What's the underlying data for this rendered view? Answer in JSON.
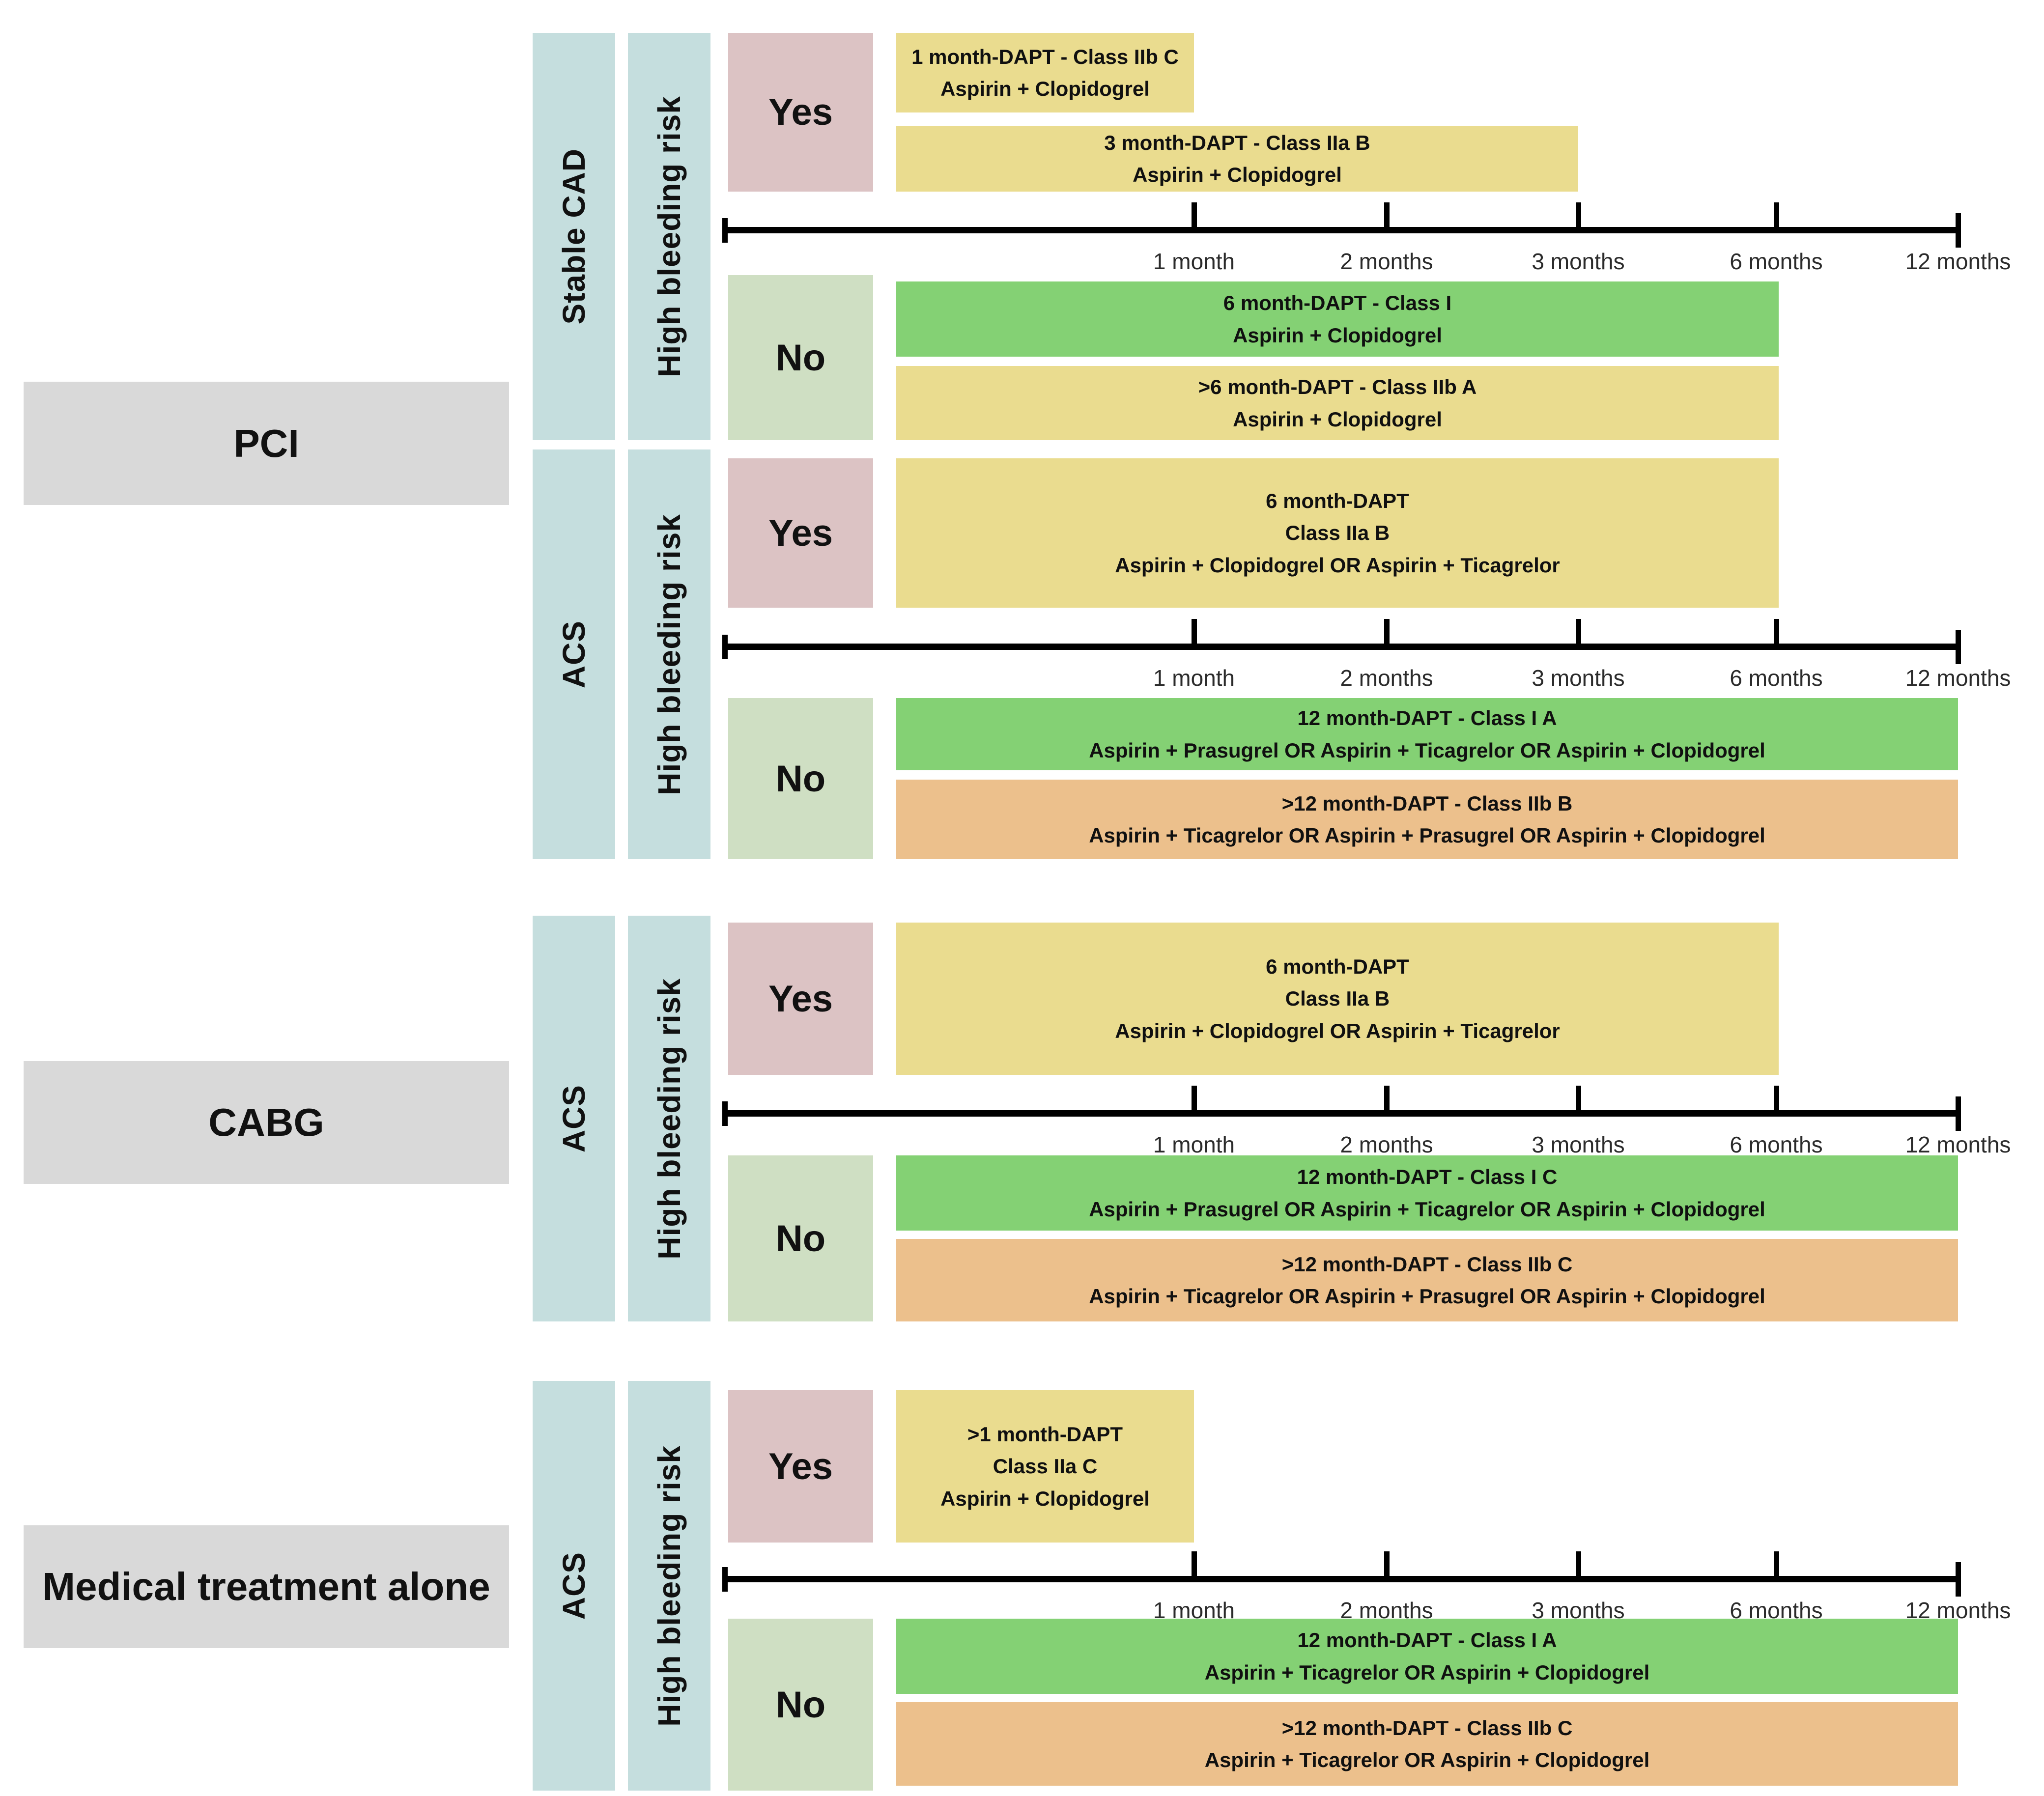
{
  "palette": {
    "bar_yellow": "#eadc8f",
    "bar_green": "#84d174",
    "bar_orange": "#ecc08c",
    "yes_pink": "#dcc3c4",
    "no_green": "#cfdfc3",
    "column_blue": "#c5dede",
    "section_gray": "#d9d9d9"
  },
  "axis": {
    "tick_labels": [
      "1 month",
      "2 months",
      "3 months",
      "6 months",
      "12 months"
    ]
  },
  "sections": [
    {
      "label": "PCI",
      "groups": [
        {
          "patient_type": "Stable CAD",
          "branch_question": "High bleeding risk",
          "yes": {
            "label": "Yes",
            "bars": [
              {
                "duration": "1 month",
                "color": "yellow",
                "line1": "1 month-DAPT - Class IIb C",
                "line2": "Aspirin + Clopidogrel"
              },
              {
                "duration": "3 months",
                "color": "yellow",
                "line1": "3 month-DAPT - Class IIa B",
                "line2": "Aspirin + Clopidogrel"
              }
            ]
          },
          "no": {
            "label": "No",
            "bars": [
              {
                "duration": "6 months",
                "color": "green",
                "line1": "6 month-DAPT - Class I",
                "line2": "Aspirin + Clopidogrel"
              },
              {
                "duration": "6 months",
                "color": "yellow",
                "line1": ">6 month-DAPT - Class IIb A",
                "line2": "Aspirin + Clopidogrel"
              }
            ]
          }
        },
        {
          "patient_type": "ACS",
          "branch_question": "High bleeding risk",
          "yes": {
            "label": "Yes",
            "bars": [
              {
                "duration": "6 months",
                "color": "yellow",
                "line1": "6 month-DAPT",
                "line2": "Class IIa B",
                "line3": "Aspirin + Clopidogrel OR Aspirin + Ticagrelor"
              }
            ]
          },
          "no": {
            "label": "No",
            "bars": [
              {
                "duration": "12 months",
                "color": "green",
                "line1": "12 month-DAPT - Class I A",
                "line2": "Aspirin + Prasugrel OR Aspirin + Ticagrelor OR Aspirin + Clopidogrel"
              },
              {
                "duration": "12 months",
                "color": "orange",
                "line1": ">12 month-DAPT - Class IIb B",
                "line2": "Aspirin + Ticagrelor OR Aspirin + Prasugrel OR Aspirin + Clopidogrel"
              }
            ]
          }
        }
      ]
    },
    {
      "label": "CABG",
      "groups": [
        {
          "patient_type": "ACS",
          "branch_question": "High bleeding risk",
          "yes": {
            "label": "Yes",
            "bars": [
              {
                "duration": "6 months",
                "color": "yellow",
                "line1": "6 month-DAPT",
                "line2": "Class IIa B",
                "line3": "Aspirin + Clopidogrel OR Aspirin + Ticagrelor"
              }
            ]
          },
          "no": {
            "label": "No",
            "bars": [
              {
                "duration": "12 months",
                "color": "green",
                "line1": "12 month-DAPT - Class I C",
                "line2": "Aspirin + Prasugrel OR Aspirin + Ticagrelor OR Aspirin + Clopidogrel"
              },
              {
                "duration": "12 months",
                "color": "orange",
                "line1": ">12 month-DAPT - Class IIb C",
                "line2": "Aspirin + Ticagrelor OR Aspirin + Prasugrel OR Aspirin + Clopidogrel"
              }
            ]
          }
        }
      ]
    },
    {
      "label": "Medical treatment alone",
      "groups": [
        {
          "patient_type": "ACS",
          "branch_question": "High bleeding risk",
          "yes": {
            "label": "Yes",
            "bars": [
              {
                "duration": "1 month",
                "color": "yellow",
                "line1": ">1 month-DAPT",
                "line2": "Class IIa C",
                "line3": "Aspirin + Clopidogrel"
              }
            ]
          },
          "no": {
            "label": "No",
            "bars": [
              {
                "duration": "12 months",
                "color": "green",
                "line1": "12 month-DAPT - Class I A",
                "line2": "Aspirin + Ticagrelor OR Aspirin + Clopidogrel"
              },
              {
                "duration": "12 months",
                "color": "orange",
                "line1": ">12 month-DAPT - Class IIb C",
                "line2": "Aspirin + Ticagrelor OR Aspirin + Clopidogrel"
              }
            ]
          }
        }
      ]
    }
  ]
}
